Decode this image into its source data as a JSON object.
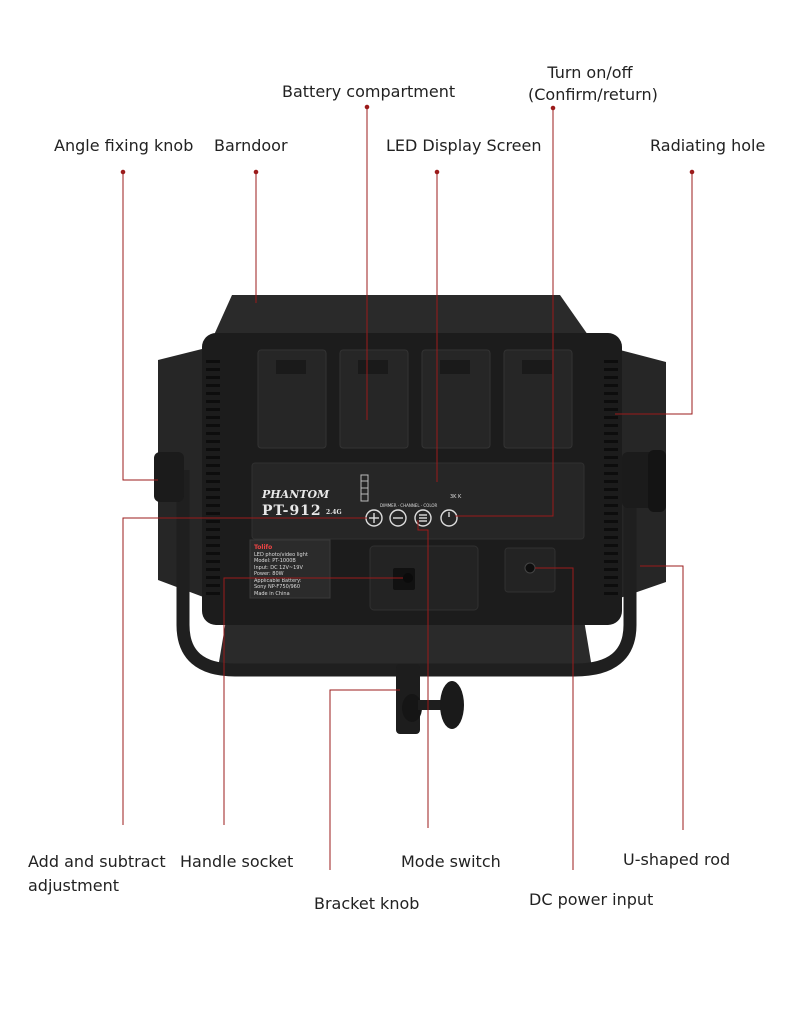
{
  "labels": {
    "battery_compartment": "Battery compartment",
    "turn_on_off_line1": "Turn on/off",
    "turn_on_off_line2": "(Confirm/return)",
    "angle_fixing_knob": "Angle fixing knob",
    "barndoor": "Barndoor",
    "led_display_screen": "LED Display Screen",
    "radiating_hole": "Radiating hole",
    "add_subtract_line1": "Add and subtract",
    "add_subtract_line2": "adjustment",
    "handle_socket": "Handle socket",
    "mode_switch": "Mode switch",
    "u_shaped_rod": "U-shaped rod",
    "bracket_knob": "Bracket knob",
    "dc_power_input": "DC power input"
  },
  "device": {
    "brand_text": "PHANTOM",
    "model_text": "PT-912",
    "band_text": "2.4G",
    "screen_row_labels": "DIMMER · CHANNEL · COLOR",
    "screen_value": "3K K",
    "sticker": {
      "logo": "Tolifo",
      "line1": "LED photo/video light",
      "line2": "Model: PT-1000B",
      "line3": "Input: DC 12V~19V",
      "line4": "Power: 80W",
      "line5": "Applicable Battery:",
      "line6": "Sony NP-F750/960",
      "line7": "Made in China"
    }
  },
  "colors": {
    "leader_line": "#9b1b1b",
    "device_body": "#1c1c1c",
    "panel": "#252525",
    "bracket": "#222222"
  }
}
